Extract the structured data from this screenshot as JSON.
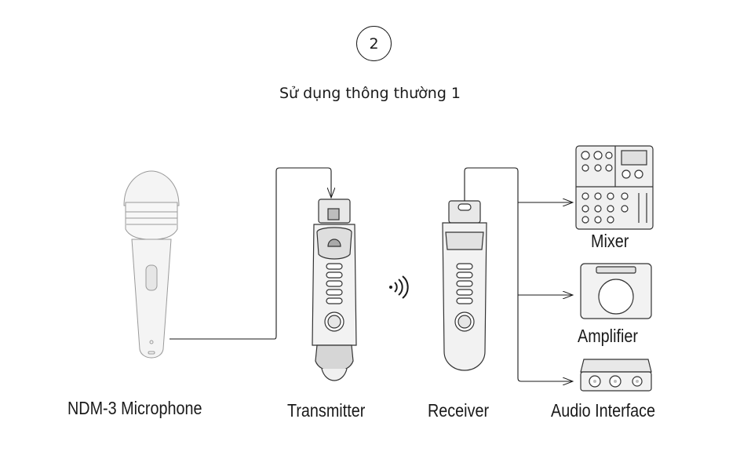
{
  "step_number": "2",
  "title": "Sử dụng thông thường 1",
  "devices": {
    "microphone": "NDM-3 Microphone",
    "transmitter": "Transmitter",
    "receiver": "Receiver",
    "mixer": "Mixer",
    "amplifier": "Amplifier",
    "audio_interface": "Audio Interface"
  },
  "colors": {
    "line": "#1a1a1a",
    "device_fill": "#f2f2f2",
    "device_dark": "#cfcfcf"
  }
}
